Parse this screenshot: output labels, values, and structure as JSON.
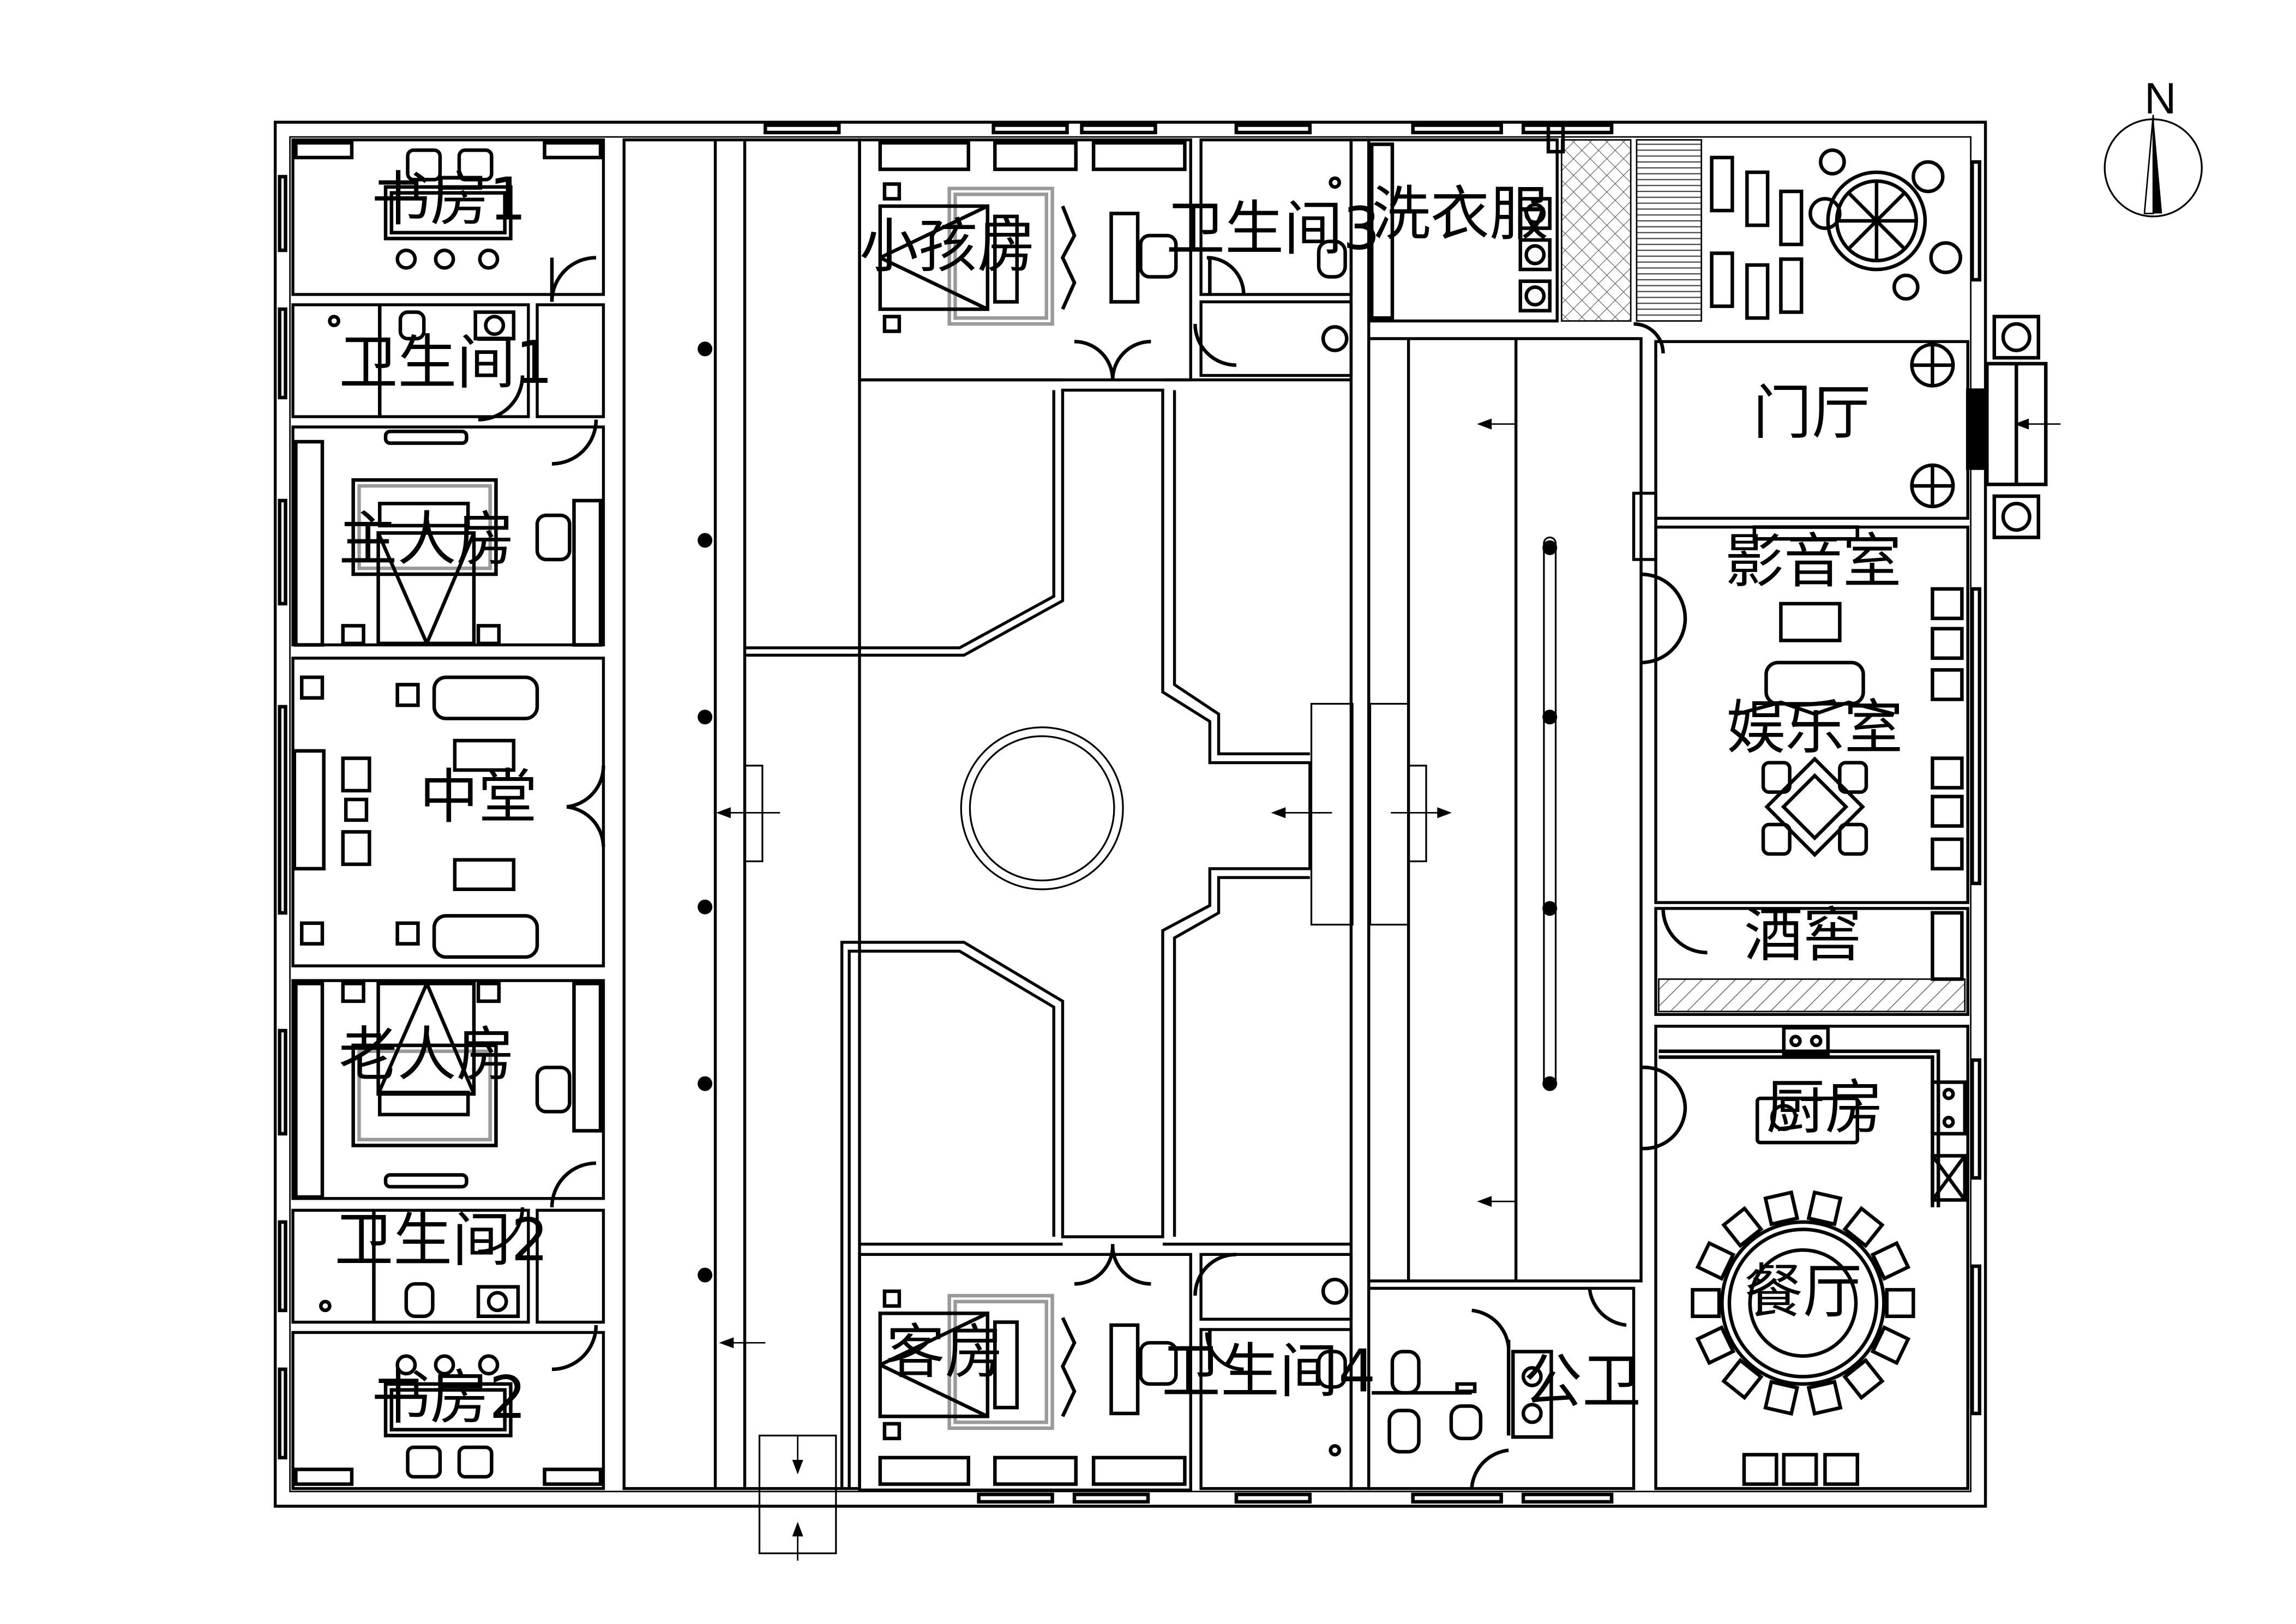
{
  "plan": {
    "compass": {
      "north_label": "N"
    },
    "rooms": {
      "study1": "书房1",
      "bath1": "卫生间1",
      "master": "主人房",
      "hall": "中堂",
      "elder": "老人房",
      "bath2": "卫生间2",
      "study2": "书房2",
      "kids": "小孩房",
      "bath3": "卫生间3",
      "guest": "客房",
      "bath4": "卫生间4",
      "laundry": "洗衣服",
      "foyer": "门厅",
      "av": "影音室",
      "ent": "娱乐室",
      "cellar": "酒窖",
      "kitchen": "厨房",
      "dining": "餐厅",
      "pub_wc": "公卫"
    },
    "colors": {
      "line": "#000000",
      "hatch": "#555555",
      "carpet": "#9a9a9a"
    }
  }
}
